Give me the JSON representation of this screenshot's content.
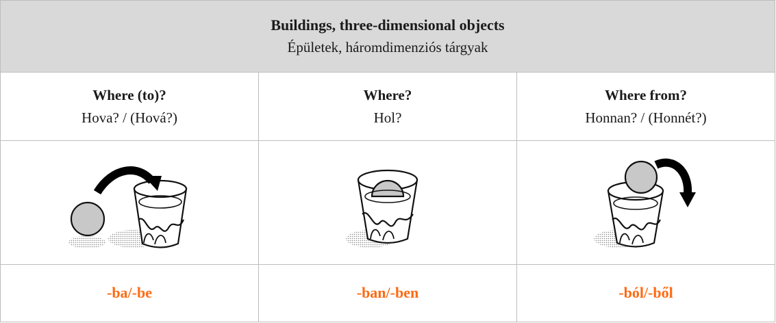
{
  "header": {
    "title": "Buildings, three-dimensional objects",
    "subtitle": "Épületek, háromdimenziós tárgyak"
  },
  "columns": [
    {
      "question": "Where (to)?",
      "question_hu": "Hova? / (Hová?)",
      "suffix": "-ba/-be",
      "illustration": "ball-moving-into-cup"
    },
    {
      "question": "Where?",
      "question_hu": "Hol?",
      "suffix": "-ban/-ben",
      "illustration": "ball-inside-cup"
    },
    {
      "question": "Where from?",
      "question_hu": "Honnan? / (Honnét?)",
      "suffix": "-ból/-ből",
      "illustration": "ball-moving-out-of-cup"
    }
  ],
  "colors": {
    "header_bg": "#d9d9d9",
    "suffix": "#ff6a13",
    "ball": "#c8c8c8",
    "border": "#bdbdbd"
  }
}
